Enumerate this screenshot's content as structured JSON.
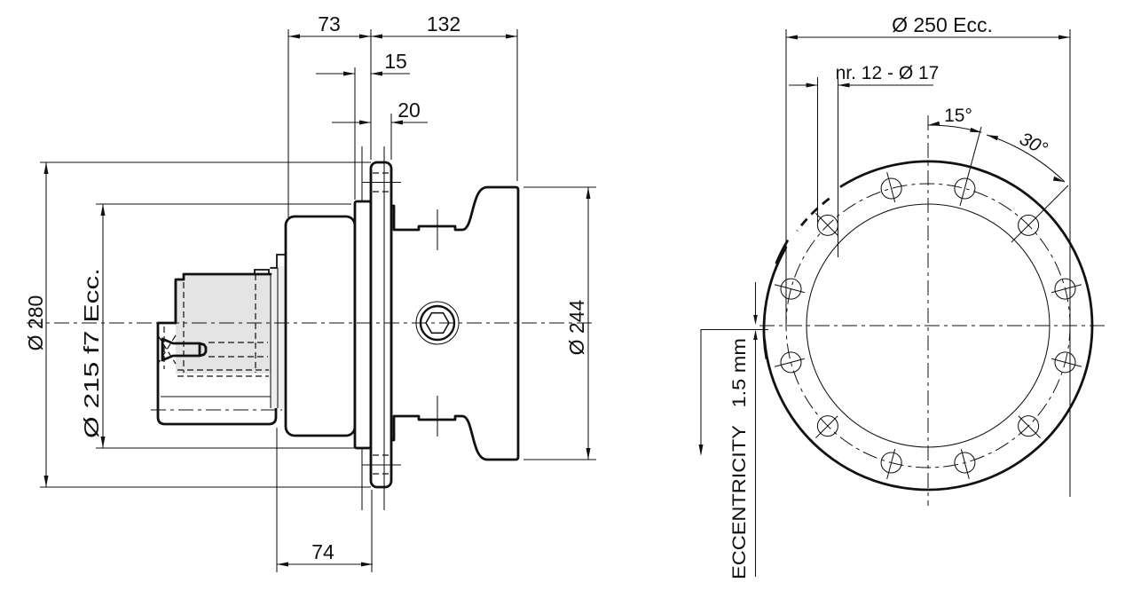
{
  "drawing_type": "technical-dimension-drawing",
  "side_view": {
    "dims": {
      "width_73": "73",
      "width_132": "132",
      "width_15": "15",
      "width_20": "20",
      "dia_280": "Ø 280",
      "dia_215": "Ø 215 f7 Ecc.",
      "dia_244": "Ø 244",
      "width_74": "74"
    }
  },
  "front_view": {
    "dims": {
      "bolt_circle": "Ø 250 Ecc.",
      "holes": "nr. 12 - Ø 17",
      "angle_15": "15°",
      "angle_30": "30°",
      "eccentricity": "ECCENTRICITY   1.5 mm"
    },
    "bolt_hole_count": 12
  },
  "colors": {
    "line": "#111111",
    "hub_fill": "#e4e4e4",
    "hub_fill_light": "#efefef",
    "background": "#ffffff"
  }
}
